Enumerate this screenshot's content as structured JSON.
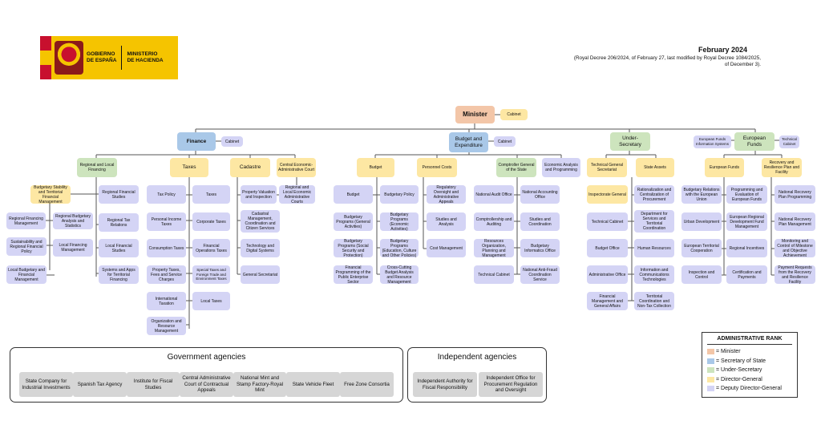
{
  "header": {
    "logo_text_left": "GOBIERNO\nDE ESPAÑA",
    "logo_text_right": "MINISTERIO\nDE HACIENDA",
    "date": "February 2024",
    "note": "(Royal Decree 206/2024, of February 27, last modified by Royal Decree 1084/2025, of December 3)."
  },
  "org": {
    "minister": "Minister",
    "cabinet": "Cabinet",
    "finance": "Finance",
    "finance_cabinet": "Cabinet",
    "budget_exp": "Budget and Expenditure",
    "budget_exp_cabinet": "Cabinet",
    "under_sec": "Under-Secretary",
    "eu_funds_info": "European Funds Information Systems",
    "eu_funds": "European Funds",
    "eu_tech_cabinet": "Technical Cabinet",
    "reg_local_fin": "Regional and Local Financing",
    "taxes_dg": "Taxes",
    "cadastre": "Cadastre",
    "central_admin_court": "Central Economic-Administrative Court",
    "budget_dg": "Budget",
    "personnel_costs": "Personnel Costs",
    "comptroller": "Comptroller General of the State",
    "econ_analysis": "Economic Analysis and Programming",
    "tech_gen_sec": "Technical General Secretariat",
    "state_assets": "State Assets",
    "eu_funds_dg": "European Funds",
    "recovery_plan": "Recovery and Resilience Plan and Facility",
    "budgetary_stability": "Budgetary Stability and Territorial Financial Management",
    "reg_fin_studies": "Regional Financial Studies",
    "reg_fin_mgmt": "Regional Financing Management",
    "reg_budget_analysis": "Regional Budgetary Analysis and Statistics",
    "reg_tax_rel": "Regional Tax Relations",
    "sust_reg_policy": "Sustainability and Regional Financial Policy",
    "local_fin_mgmt": "Local Financing Management",
    "local_fin_studies": "Local Financial Studies",
    "local_budget_mgmt": "Local Budgetary and Financial Management",
    "systems_apps": "Systems and Apps for Territorial Financing",
    "tax_policy": "Tax Policy",
    "taxes_sd": "Taxes",
    "personal_income": "Personal Income Taxes",
    "corporate_taxes": "Corporate Taxes",
    "consumption_taxes": "Consumption Taxes",
    "fin_ops_taxes": "Financial Operations Taxes",
    "property_taxes": "Property Taxes, Fees and Service Charges",
    "special_taxes": "Special Taxes and Foreign Trade and Environment Taxes",
    "intl_taxation": "International Taxation",
    "local_taxes": "Local Taxes",
    "org_resource": "Organization and Resource Management",
    "property_valuation": "Property Valuation and Inspection",
    "reg_local_courts": "Regional and Local Economic Administrative Courts",
    "cadastral_mgmt": "Cadastral Management, Coordination and Citizen Services",
    "tech_digital": "Technology and Digital Systems",
    "gen_secretariat": "General Secretariat",
    "budget_sd": "Budget",
    "budgetary_policy": "Budgetary Policy",
    "bp_general": "Budgetary Programs (General Activities)",
    "bp_economic": "Budgetary Programs (Economic Activities)",
    "bp_social": "Budgetary Programs (Social Security and Protection)",
    "bp_education": "Budgetary Programs (Education, Culture and Other Policies)",
    "fin_programming": "Financial Programming of the Public Enterprise Sector",
    "cross_cutting": "Cross-Cutting Budget Analysis and Resource Management",
    "reg_oversight": "Regulatory Oversight and Administrative Appeals",
    "studies_analysis": "Studies and Analysis",
    "cost_mgmt": "Cost Management",
    "national_audit": "National Audit Office",
    "national_accounting": "National Accounting Office",
    "comptrollership": "Comptrollership and Auditing",
    "studies_coord": "Studies and Coordination",
    "resources_org": "Resources Organization, Planning and Management",
    "budget_informatics": "Budgetary Informatics Office",
    "technical_cabinet_c": "Technical Cabinet",
    "anti_fraud": "National Anti-Fraud Coordination Service",
    "inspectorate": "Inspectorate General",
    "rationalization": "Rationalization and Centralization of Procurement",
    "tech_cabinet_us": "Technical Cabinet",
    "dept_services": "Department for Services and Territorial Coordination",
    "budget_office": "Budget Office",
    "human_resources": "Human Resources",
    "admin_office": "Administrative Office",
    "info_comm": "Information and Communications Technologies",
    "fin_mgmt_affairs": "Financial Management and General Affairs",
    "territorial_coord": "Territorial Coordination and Non-Tax Collection",
    "budgetary_relations": "Budgetary Relations with the European Union",
    "programming_eval": "Programming and Evaluation of European Funds",
    "national_recovery_prog": "National Recovery Plan Programming",
    "urban_dev": "Urban Development",
    "erdf_mgmt": "European Regional Development Fund Management",
    "national_recovery_mgmt": "National Recovery Plan Management",
    "territorial_coop": "European Territorial Cooperation",
    "regional_incentives": "Regional Incentives",
    "monitoring": "Monitoring and Control of Milestone and Objective Achievement",
    "inspection_control": "Inspection and Control",
    "certification": "Certification and Payments",
    "payment_requests": "Payment Requests from the Recovery and Resilience Facility"
  },
  "gov_agencies": {
    "title": "Government agencies",
    "items": [
      "State Company for Industrial Investments",
      "Spanish Tax Agency",
      "Institute for Fiscal Studies",
      "Central Administrative Court of Contractual Appeals",
      "National Mint and Stamp Factory-Royal Mint",
      "State Vehicle Fleet",
      "Free Zone Consortia"
    ]
  },
  "indep_agencies": {
    "title": "Independent agencies",
    "items": [
      "Independent Authority for Fiscal Responsibility",
      "Independent Office for Procurement Regulation and Oversight"
    ]
  },
  "legend": {
    "title": "ADMINISTRATIVE RANK",
    "items": [
      {
        "label": "= Minister",
        "color": "#f3c6a8"
      },
      {
        "label": "= Secretary of State",
        "color": "#a9c8e8"
      },
      {
        "label": "= Under-Secretary",
        "color": "#cde4bd"
      },
      {
        "label": "= Director-General",
        "color": "#fde7a3"
      },
      {
        "label": "= Deputy Director-General",
        "color": "#d4d4f5"
      }
    ]
  }
}
